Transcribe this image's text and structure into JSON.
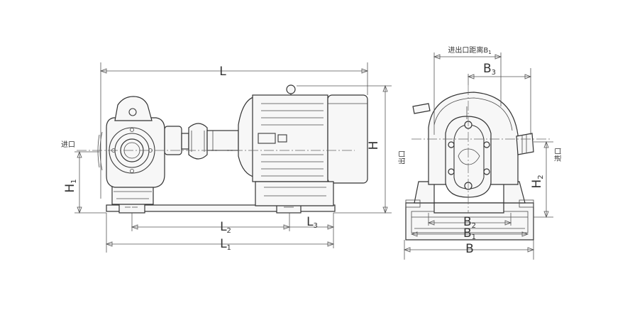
{
  "labels": {
    "L": "L",
    "L1": "L",
    "L1_sub": "1",
    "L2": "L",
    "L2_sub": "2",
    "L3": "L",
    "L3_sub": "3",
    "H": "H",
    "H1": "H",
    "H1_sub": "1",
    "H2": "H",
    "H2_sub": "2",
    "B": "B",
    "B1": "B",
    "B1_sub": "1",
    "B2": "B",
    "B2_sub": "2",
    "B3": "B",
    "B3_sub": "3",
    "inlet_side": "进口",
    "inlet_front": "进口",
    "outlet_front": "出口",
    "port_distance": "进出口距离B",
    "port_distance_sub": "1"
  }
}
